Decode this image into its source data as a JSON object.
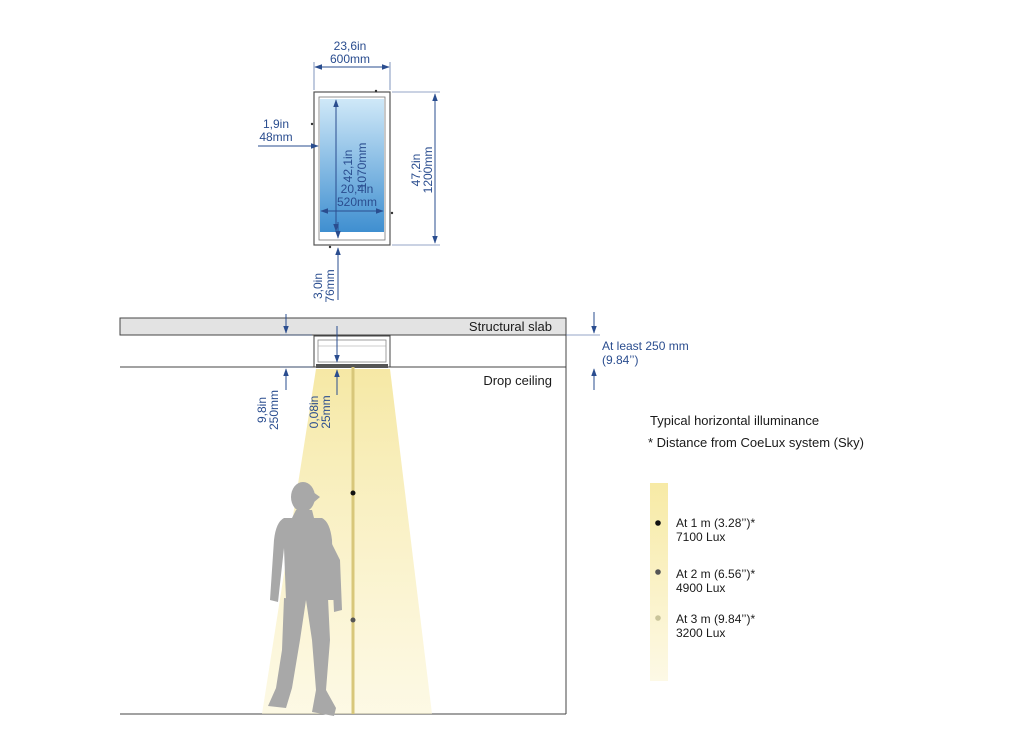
{
  "colors": {
    "dimension": "#2a4d8f",
    "slab": "#e3e3e3",
    "light": "#f7ecaa",
    "person": "#a8a8a8",
    "panel_top": "#c7e3f6",
    "panel_bottom": "#3f8fd0"
  },
  "plan": {
    "top_width": {
      "in": "23,6in",
      "mm": "600mm"
    },
    "left_frame": {
      "in": "1,9in",
      "mm": "48mm"
    },
    "inner_height": {
      "in": "42,1in",
      "mm": "1070mm"
    },
    "outer_height": {
      "in": "47,2in",
      "mm": "1200mm"
    },
    "inner_width": {
      "in": "20,4in",
      "mm": "520mm"
    },
    "bottom_gap": {
      "in": "3,0in",
      "mm": "76mm"
    }
  },
  "section": {
    "slab_label": "Structural slab",
    "ceiling_label": "Drop ceiling",
    "clearance_line1": "At least 250 mm",
    "clearance_line2": "(9.84’’)",
    "depth": {
      "in": "9,8in",
      "mm": "250mm"
    },
    "offset": {
      "in": "0,08in",
      "mm": "25mm"
    }
  },
  "legend": {
    "title": "Typical horizontal illuminance",
    "note": "* Distance from CoeLux system (Sky)",
    "items": [
      {
        "distance": "At 1 m (3.28’’)*",
        "lux": "7100 Lux",
        "color": "#111111"
      },
      {
        "distance": "At 2 m (6.56’’)*",
        "lux": "4900 Lux",
        "color": "#555555"
      },
      {
        "distance": "At 3 m (9.84’’)*",
        "lux": "3200 Lux",
        "color": "#c9c49a"
      }
    ]
  }
}
